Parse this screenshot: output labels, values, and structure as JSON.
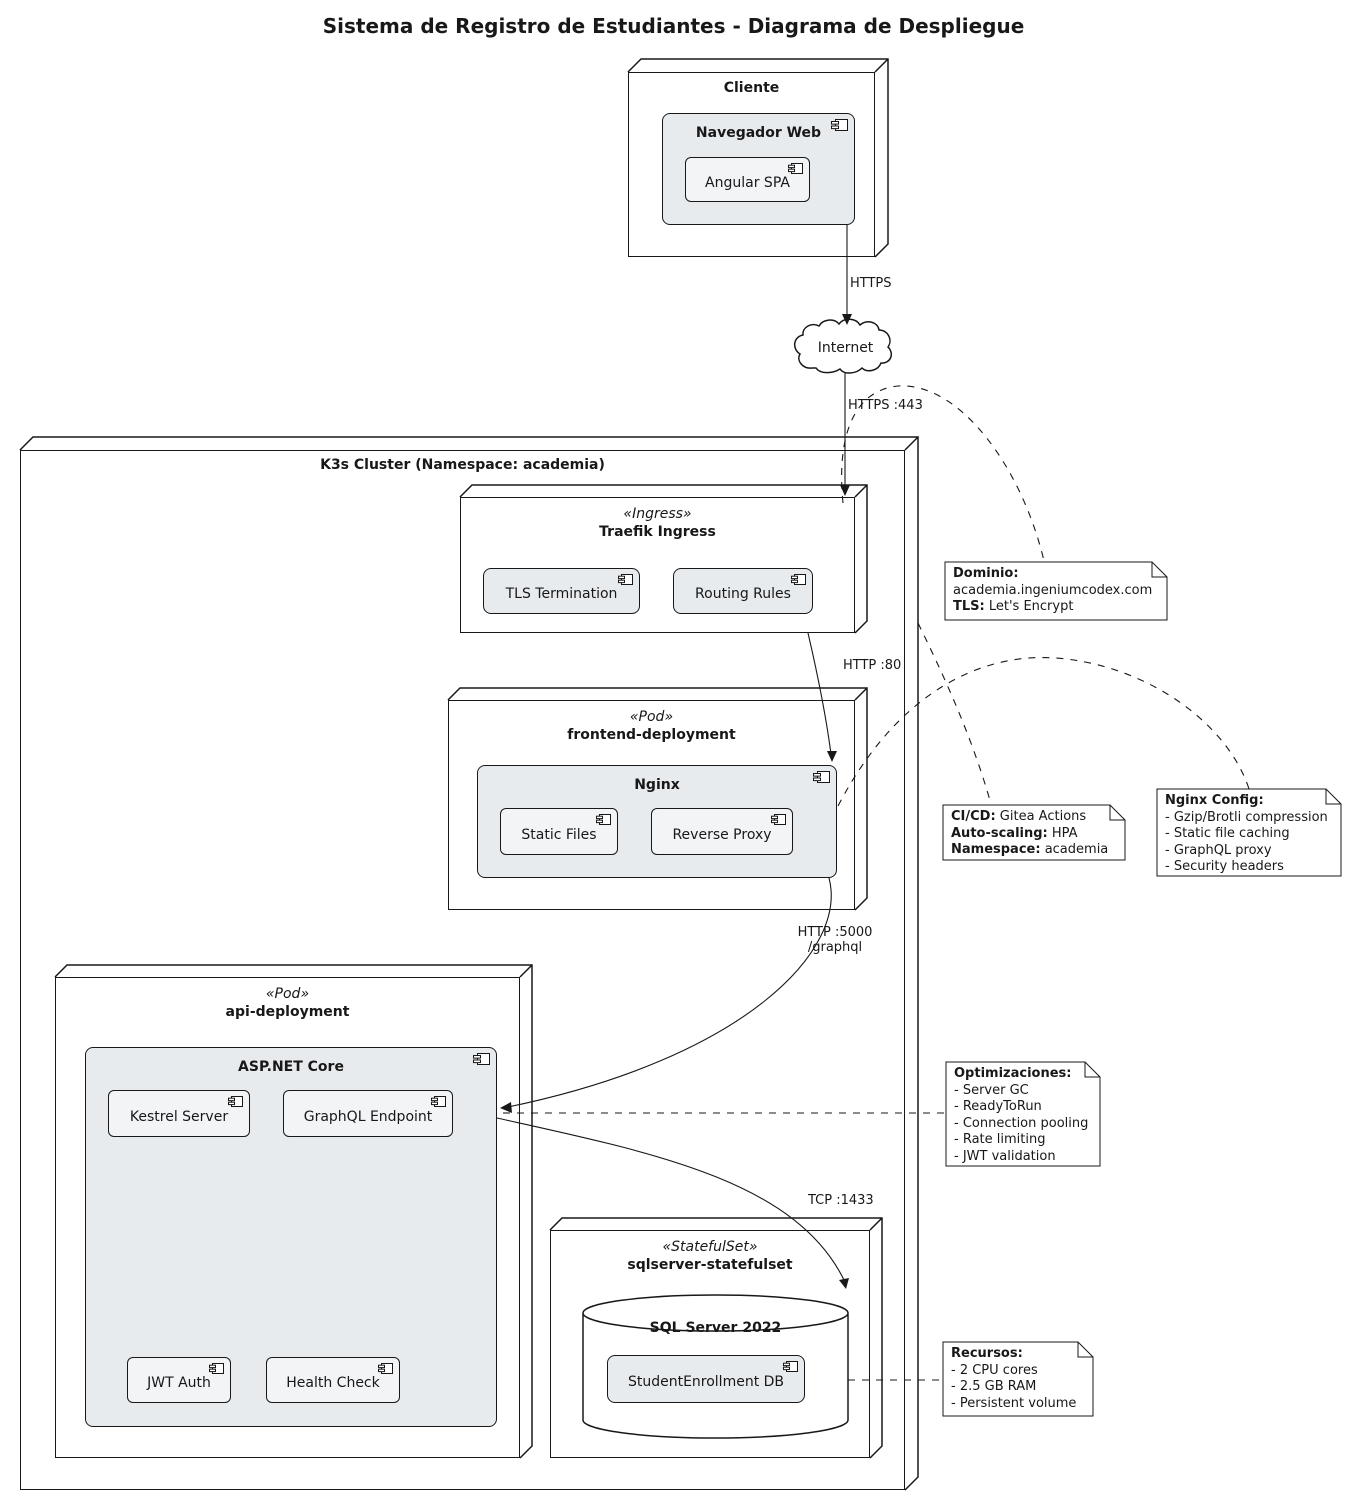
{
  "title": "Sistema de Registro de Estudiantes - Diagrama de Despliegue",
  "colors": {
    "stroke": "#181818",
    "node_fill": "#ffffff",
    "component_fill": "#e8ebee",
    "nested_component_fill": "#f2f4f5",
    "note_fill": "#ffffff"
  },
  "nodes": {
    "cliente": {
      "label": "Cliente"
    },
    "navegador": {
      "label": "Navegador Web"
    },
    "angular": {
      "label": "Angular SPA"
    },
    "internet": {
      "label": "Internet"
    },
    "cluster": {
      "label": "K3s Cluster (Namespace: academia)"
    },
    "traefik": {
      "stereotype": "«Ingress»",
      "label": "Traefik Ingress"
    },
    "tls_termination": {
      "label": "TLS Termination"
    },
    "routing_rules": {
      "label": "Routing Rules"
    },
    "frontend": {
      "stereotype": "«Pod»",
      "label": "frontend-deployment"
    },
    "nginx": {
      "label": "Nginx"
    },
    "static_files": {
      "label": "Static Files"
    },
    "reverse_proxy": {
      "label": "Reverse Proxy"
    },
    "api": {
      "stereotype": "«Pod»",
      "label": "api-deployment"
    },
    "aspnet": {
      "label": "ASP.NET Core"
    },
    "kestrel": {
      "label": "Kestrel Server"
    },
    "graphql": {
      "label": "GraphQL Endpoint"
    },
    "jwt": {
      "label": "JWT Auth"
    },
    "health": {
      "label": "Health Check"
    },
    "statefulset": {
      "stereotype": "«StatefulSet»",
      "label": "sqlserver-statefulset"
    },
    "sqlserver": {
      "label": "SQL Server 2022"
    },
    "studentdb": {
      "label": "StudentEnrollment DB"
    }
  },
  "edges": {
    "https": {
      "label": "HTTPS"
    },
    "https443": {
      "label": "HTTPS :443"
    },
    "http80": {
      "label": "HTTP :80"
    },
    "http5000": {
      "line1": "HTTP :5000",
      "line2": "/graphql"
    },
    "tcp1433": {
      "label": "TCP :1433"
    }
  },
  "notes": {
    "dominio": {
      "l1b": "Dominio:",
      "l2": "academia.ingeniumcodex.com",
      "l3b": "TLS:",
      "l3": " Let's Encrypt"
    },
    "cicd": {
      "l1b": "CI/CD:",
      "l1": " Gitea Actions",
      "l2b": "Auto-scaling:",
      "l2": " HPA",
      "l3b": "Namespace:",
      "l3": " academia"
    },
    "nginx_config": {
      "title": "Nginx Config:",
      "items": [
        "- Gzip/Brotli compression",
        "- Static file caching",
        "- GraphQL proxy",
        "- Security headers"
      ]
    },
    "optimizaciones": {
      "title": "Optimizaciones:",
      "items": [
        "- Server GC",
        "- ReadyToRun",
        "- Connection pooling",
        "- Rate limiting",
        "- JWT validation"
      ]
    },
    "recursos": {
      "title": "Recursos:",
      "items": [
        "- 2 CPU cores",
        "- 2.5 GB RAM",
        "- Persistent volume"
      ]
    }
  }
}
